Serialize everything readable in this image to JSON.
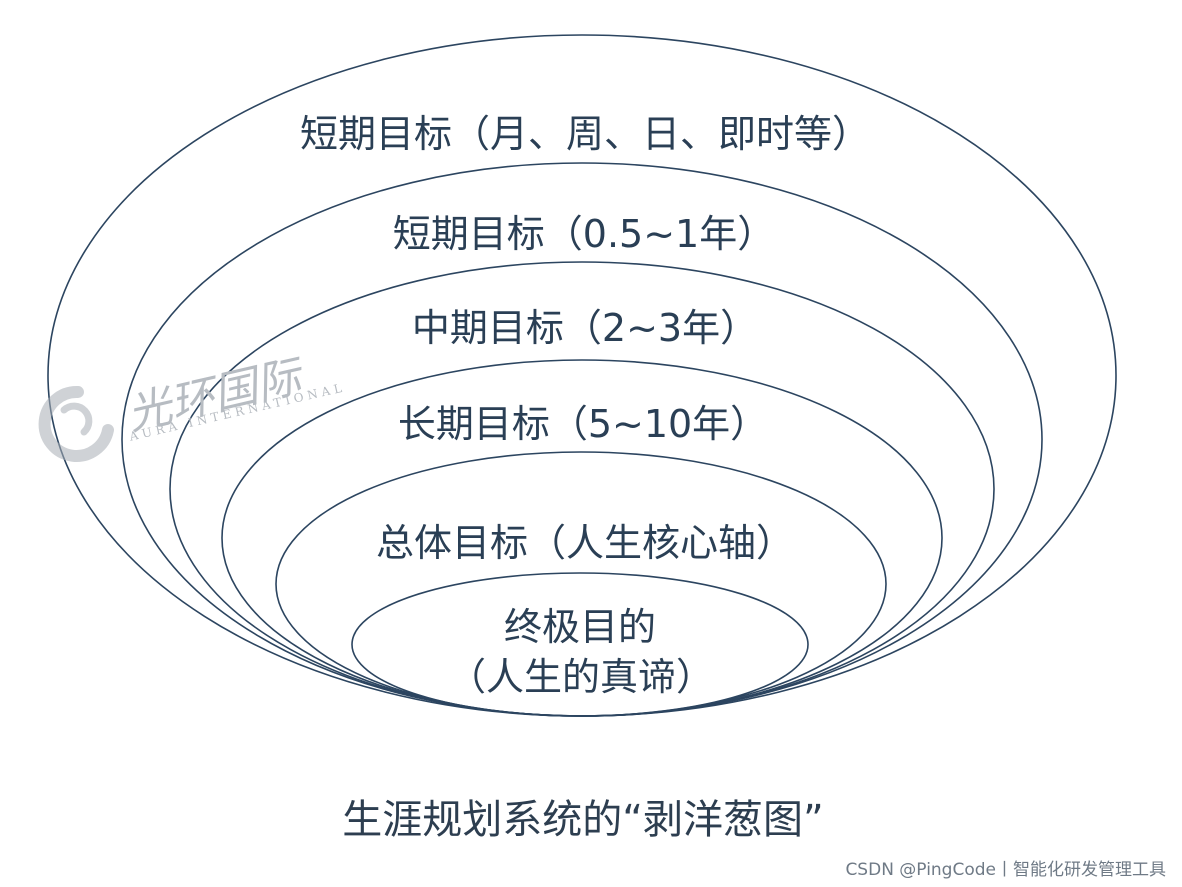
{
  "diagram": {
    "layers": [
      "短期目标（月、周、日、即时等）",
      "短期目标（0.5~1年）",
      "中期目标（2~3年）",
      "长期目标（5~10年）",
      "总体目标（人生核心轴）",
      "终极目的",
      "（人生的真谛）"
    ],
    "caption": "生涯规划系统的“剥洋葱图”"
  },
  "watermark": {
    "name_cn": "光环国际",
    "name_en": "AURA INTERNATIONAL"
  },
  "credit": "CSDN @PingCode丨智能化研发管理工具",
  "colors": {
    "line": "#2c4560",
    "text": "#2a3f55",
    "watermark": "#b7bcc2"
  }
}
